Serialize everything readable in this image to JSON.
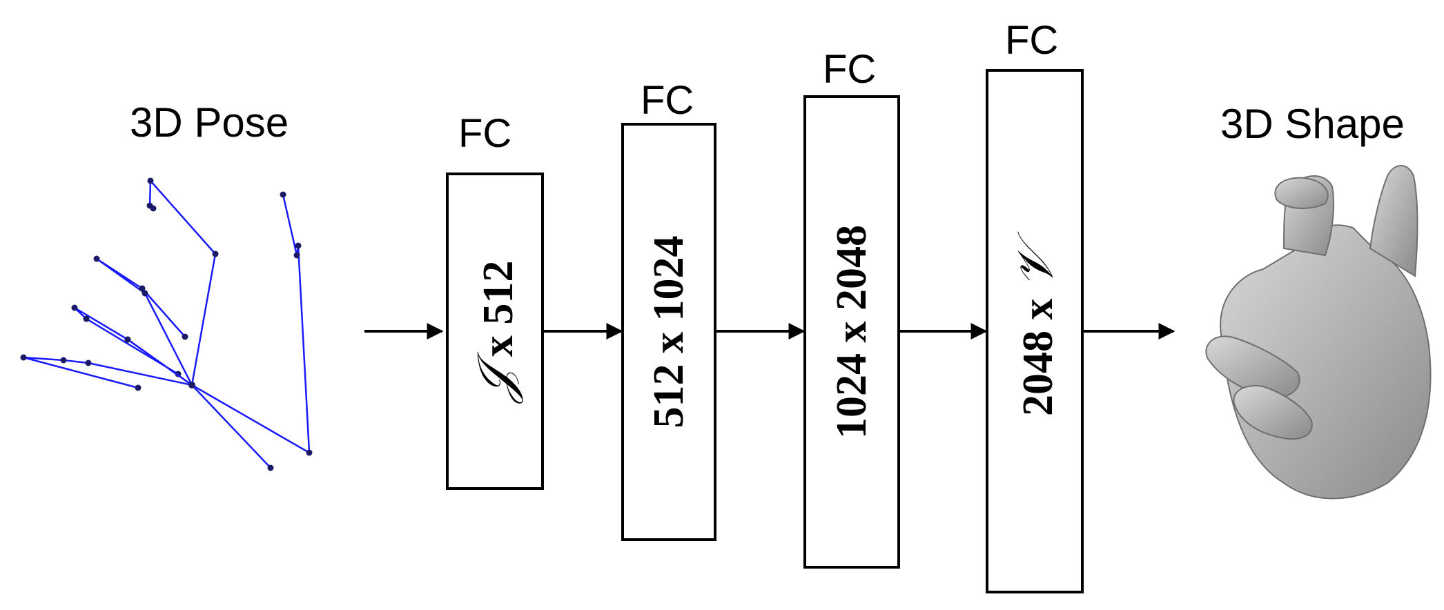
{
  "labels": {
    "input": "3D Pose",
    "output": "3D Shape"
  },
  "layers": [
    {
      "name": "FC",
      "dims_prefix": "",
      "symbol_start": "𝒥",
      "dims": " x 512",
      "symbol_end": ""
    },
    {
      "name": "FC",
      "dims_prefix": "",
      "symbol_start": "",
      "dims": "512 x 1024",
      "symbol_end": ""
    },
    {
      "name": "FC",
      "dims_prefix": "",
      "symbol_start": "",
      "dims": "1024 x 2048",
      "symbol_end": ""
    },
    {
      "name": "FC",
      "dims_prefix": "",
      "symbol_start": "",
      "dims": "2048 x ",
      "symbol_end": "𝒱"
    }
  ],
  "colors": {
    "skeleton": "#1a1aff",
    "joint": "#1a1a66",
    "stroke": "#000000",
    "hand_light": "#d9d9d9",
    "hand_dark": "#8a8a8a"
  },
  "icons": [
    "hand-skeleton-icon",
    "hand-mesh-icon",
    "arrow-right-icon"
  ]
}
